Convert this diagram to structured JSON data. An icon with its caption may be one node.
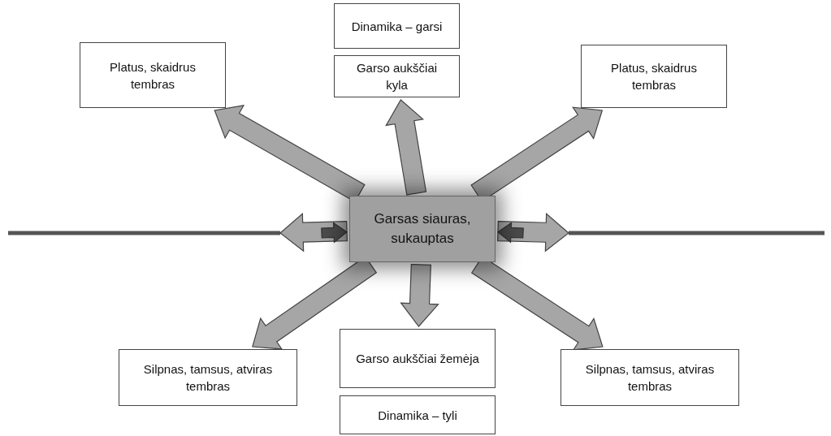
{
  "diagram": {
    "nodes": [
      {
        "text": [
          "Dinamika – garsi"
        ]
      },
      {
        "text": [
          "Garso aukščiai kyla"
        ]
      },
      {
        "text": [
          "Platus, skaidrus tembras"
        ]
      },
      {
        "text": [
          "Platus, skaidrus tembras"
        ]
      },
      {
        "text": [
          "Garsas siauras, sukauptas"
        ]
      },
      {
        "text": [
          "Garso aukščiai žemėja"
        ]
      },
      {
        "text": [
          "Dinamika – tyli"
        ]
      },
      {
        "text": [
          "Silpnas, tamsus, atviras tembras"
        ]
      },
      {
        "text": [
          "Silpnas, tamsus, atviras tembras"
        ]
      }
    ],
    "edges": [
      {
        "from": 4,
        "to": 2,
        "arrow": "to"
      },
      {
        "from": 4,
        "to": 1,
        "arrow": "to"
      },
      {
        "from": 4,
        "to": 3,
        "arrow": "to"
      },
      {
        "from": 4,
        "to": null,
        "arrow": "to"
      },
      {
        "from": null,
        "to": 4,
        "arrow": "to",
        "color": "#4a4a4a"
      },
      {
        "from": null,
        "to": 4,
        "arrow": "to",
        "color": "#4a4a4a"
      },
      {
        "from": 4,
        "to": null,
        "arrow": "to"
      },
      {
        "from": 4,
        "to": 7,
        "arrow": "to"
      },
      {
        "from": 4,
        "to": 5,
        "arrow": "to"
      },
      {
        "from": 4,
        "to": 8,
        "arrow": "to"
      }
    ]
  }
}
